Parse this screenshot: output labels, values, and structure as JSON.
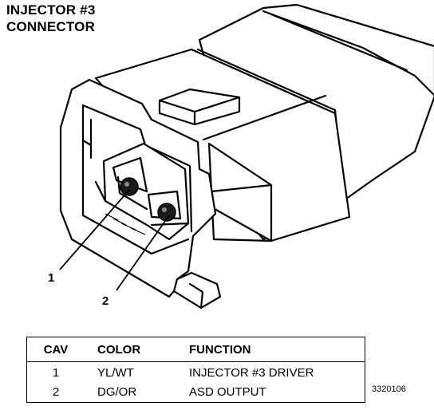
{
  "title": {
    "line1": "INJECTOR #3",
    "line2": "CONNECTOR"
  },
  "callouts": {
    "one": "1",
    "two": "2"
  },
  "table": {
    "headers": {
      "cav": "CAV",
      "color": "COLOR",
      "function": "FUNCTION"
    },
    "rows": [
      {
        "cav": "1",
        "color": "YL/WT",
        "function": "INJECTOR #3 DRIVER"
      },
      {
        "cav": "2",
        "color": "DG/OR",
        "function": "ASD OUTPUT"
      }
    ]
  },
  "figure_id": "3320106"
}
